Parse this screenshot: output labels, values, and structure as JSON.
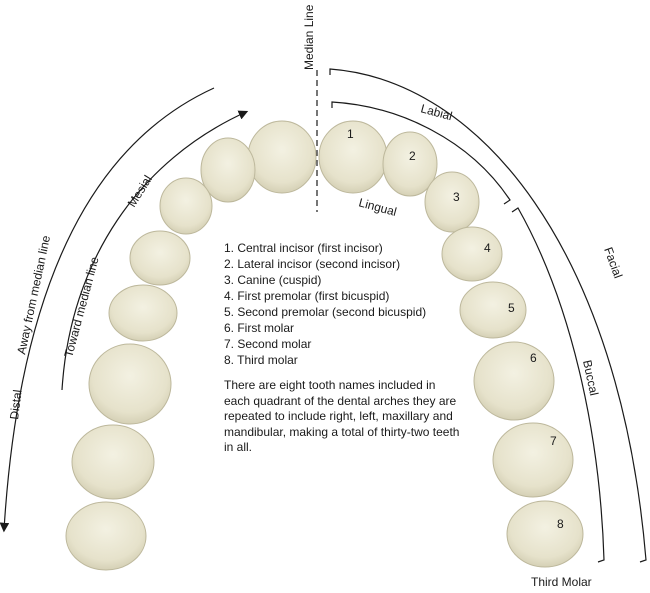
{
  "labels": {
    "median_line": "Median Line",
    "labial": "Labial",
    "lingual": "Lingual",
    "facial": "Facial",
    "buccal": "Buccal",
    "mesial": "Mesial",
    "distal": "Distal",
    "toward_median": "Toward median line",
    "away_median": "Away from median line",
    "third_molar": "Third Molar"
  },
  "legend": [
    "1. Central incisor (first incisor)",
    "2. Lateral incisor (second incisor)",
    "3. Canine (cuspid)",
    "4. First premolar (first bicuspid)",
    "5. Second premolar (second bicuspid)",
    "6. First molar",
    "7. Second molar",
    "8. Third molar"
  ],
  "note": "There are eight tooth names included in each quadrant of the dental arches they are repeated to include right, left, maxillary and mandibular, making a total of thirty-two teeth in all.",
  "tooth_numbers": [
    "1",
    "2",
    "3",
    "4",
    "5",
    "6",
    "7",
    "8"
  ],
  "colors": {
    "tooth_fill": "#e9e6d2",
    "tooth_shade": "#c9c5ab",
    "line": "#1a1a1a"
  }
}
